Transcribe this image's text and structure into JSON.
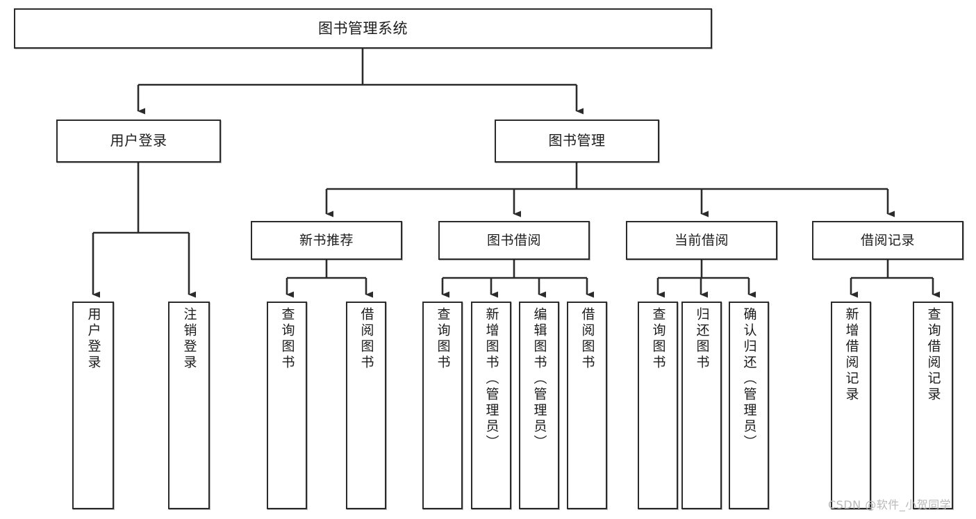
{
  "diagram": {
    "title": "图书管理系统",
    "type": "tree-hierarchy",
    "watermark": "CSDN @软件_小贺同学",
    "colors": {
      "background": "#ffffff",
      "border": "#2b2b2b",
      "text": "#1b1b1b",
      "connector": "#2b2b2b",
      "watermark": "#b9b9b9"
    },
    "root": {
      "label": "图书管理系统"
    },
    "level2": [
      {
        "id": "user-login",
        "label": "用户登录"
      },
      {
        "id": "book-management",
        "label": "图书管理"
      }
    ],
    "level3": [
      {
        "id": "new-book-recommend",
        "label": "新书推荐",
        "parent": "book-management"
      },
      {
        "id": "book-borrow",
        "label": "图书借阅",
        "parent": "book-management"
      },
      {
        "id": "current-borrow",
        "label": "当前借阅",
        "parent": "book-management"
      },
      {
        "id": "borrow-record",
        "label": "借阅记录",
        "parent": "book-management"
      }
    ],
    "leaves": {
      "user-login": [
        {
          "id": "leaf-user-login",
          "label": "用户登录"
        },
        {
          "id": "leaf-logout",
          "label": "注销登录"
        }
      ],
      "new-book-recommend": [
        {
          "id": "leaf-query-book-1",
          "label": "查询图书"
        },
        {
          "id": "leaf-borrow-book-1",
          "label": "借阅图书"
        }
      ],
      "book-borrow": [
        {
          "id": "leaf-query-book-2",
          "label": "查询图书"
        },
        {
          "id": "leaf-add-book",
          "label": "新增图书（管理员）"
        },
        {
          "id": "leaf-edit-book",
          "label": "编辑图书（管理员）"
        },
        {
          "id": "leaf-borrow-book-2",
          "label": "借阅图书"
        }
      ],
      "current-borrow": [
        {
          "id": "leaf-query-book-3",
          "label": "查询图书"
        },
        {
          "id": "leaf-return-book",
          "label": "归还图书"
        },
        {
          "id": "leaf-confirm-return",
          "label": "确认归还（管理员）"
        }
      ],
      "borrow-record": [
        {
          "id": "leaf-add-record",
          "label": "新增借阅记录"
        },
        {
          "id": "leaf-query-record",
          "label": "查询借阅记录"
        }
      ]
    }
  }
}
